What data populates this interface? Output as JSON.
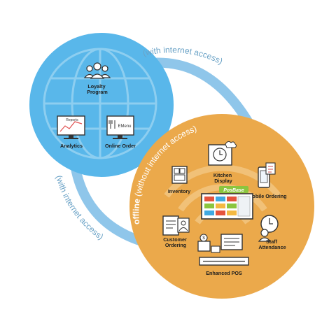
{
  "online_hub": {
    "items": [
      {
        "label": "Loyalty Program",
        "lines": [
          "Loyalty",
          "Program"
        ],
        "icon": "people-group-icon"
      },
      {
        "label": "Analytics",
        "icon": "reports-chart-icon",
        "screen_text": "Reports"
      },
      {
        "label": "Online Order",
        "icon": "emenu-monitor-icon",
        "screen_text": "EMenu"
      }
    ],
    "color": "#59b7ea"
  },
  "offline_hub": {
    "title_bold": "offline",
    "title_rest": " (without internet access)",
    "items": [
      {
        "label": "Kitchen Display",
        "lines": [
          "Kitchen",
          "Display"
        ],
        "icon": "chef-clock-icon"
      },
      {
        "label": "Inventory",
        "icon": "boxes-icon"
      },
      {
        "label": "Mobile Ordering",
        "icon": "mobile-order-icon"
      },
      {
        "label": "Customer Ordering",
        "lines": [
          "Customer",
          "Ordering"
        ],
        "icon": "menu-card-icon"
      },
      {
        "label": "Staff Attendance",
        "lines": [
          "Staff",
          "Attendance"
        ],
        "icon": "staff-clock-icon"
      },
      {
        "label": "Enhanced POS",
        "icon": "pos-terminal-icon"
      }
    ],
    "brand_badge": "PosBase",
    "color": "#eba94b"
  },
  "connectors": {
    "top_label": "(with internet access)",
    "left_label": "(with internet access)",
    "color": "#8fc6ea"
  }
}
